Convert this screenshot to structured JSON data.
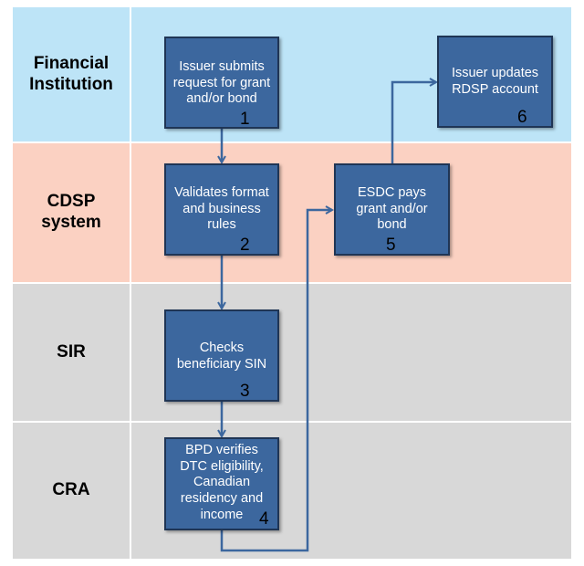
{
  "lanes": {
    "financial_institution": "Financial\nInstitution",
    "cdsp_system": "CDSP\nsystem",
    "sir": "SIR",
    "cra": "CRA"
  },
  "steps": [
    {
      "text": "Issuer submits\nrequest for grant\nand/or bond",
      "number": "1"
    },
    {
      "text": "Validates format\nand business\nrules",
      "number": "2"
    },
    {
      "text": "Checks\nbeneficiary SIN",
      "number": "3"
    },
    {
      "text": "BPD verifies\nDTC eligibility,\nCanadian\nresidency and\nincome",
      "number": "4"
    },
    {
      "text": "ESDC pays\ngrant and/or\nbond",
      "number": "5"
    },
    {
      "text": "Issuer updates\nRDSP account",
      "number": "6"
    }
  ],
  "colors": {
    "financial_institution_lane": "#bde4f7",
    "cdsp_lane": "#fbd1c2",
    "sir_cra_lane": "#d8d8d8",
    "step_box": "#3c679e",
    "arrow": "#3c679e"
  }
}
